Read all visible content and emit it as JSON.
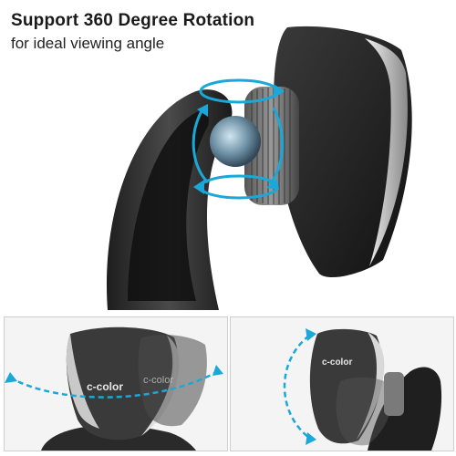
{
  "headline": "Support 360 Degree Rotation",
  "subline": "for ideal viewing angle",
  "brand": "c-color",
  "colors": {
    "accent": "#1aa8d8",
    "dark": "#2a2a2a",
    "chrome": "#c8c8c8"
  }
}
